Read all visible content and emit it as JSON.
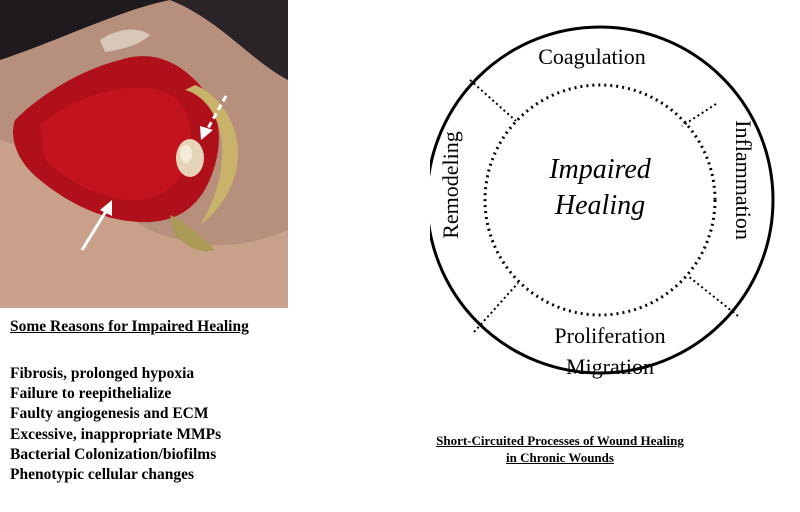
{
  "reasons": {
    "title": "Some Reasons for Impaired Healing",
    "items": [
      "Fibrosis,  prolonged hypoxia",
      "Failure to reepithelialize",
      "Faulty angiogenesis and ECM",
      "Excessive, inappropriate MMPs",
      "Bacterial Colonization/biofilms",
      "Phenotypic cellular changes"
    ]
  },
  "cycle": {
    "center_line1": "Impaired",
    "center_line2": "Healing",
    "stages": {
      "top": "Coagulation",
      "right": "Inflammation",
      "bottom_line1": "Proliferation",
      "bottom_line2": "Migration",
      "left": "Remodeling"
    }
  },
  "caption": {
    "line1": "Short-Circuited Processes  of Wound Healing",
    "line2": "in Chronic Wounds"
  },
  "colors": {
    "wound_red": "#b0101a",
    "tissue": "#c9a089",
    "background_dark": "#1e1a1e"
  }
}
